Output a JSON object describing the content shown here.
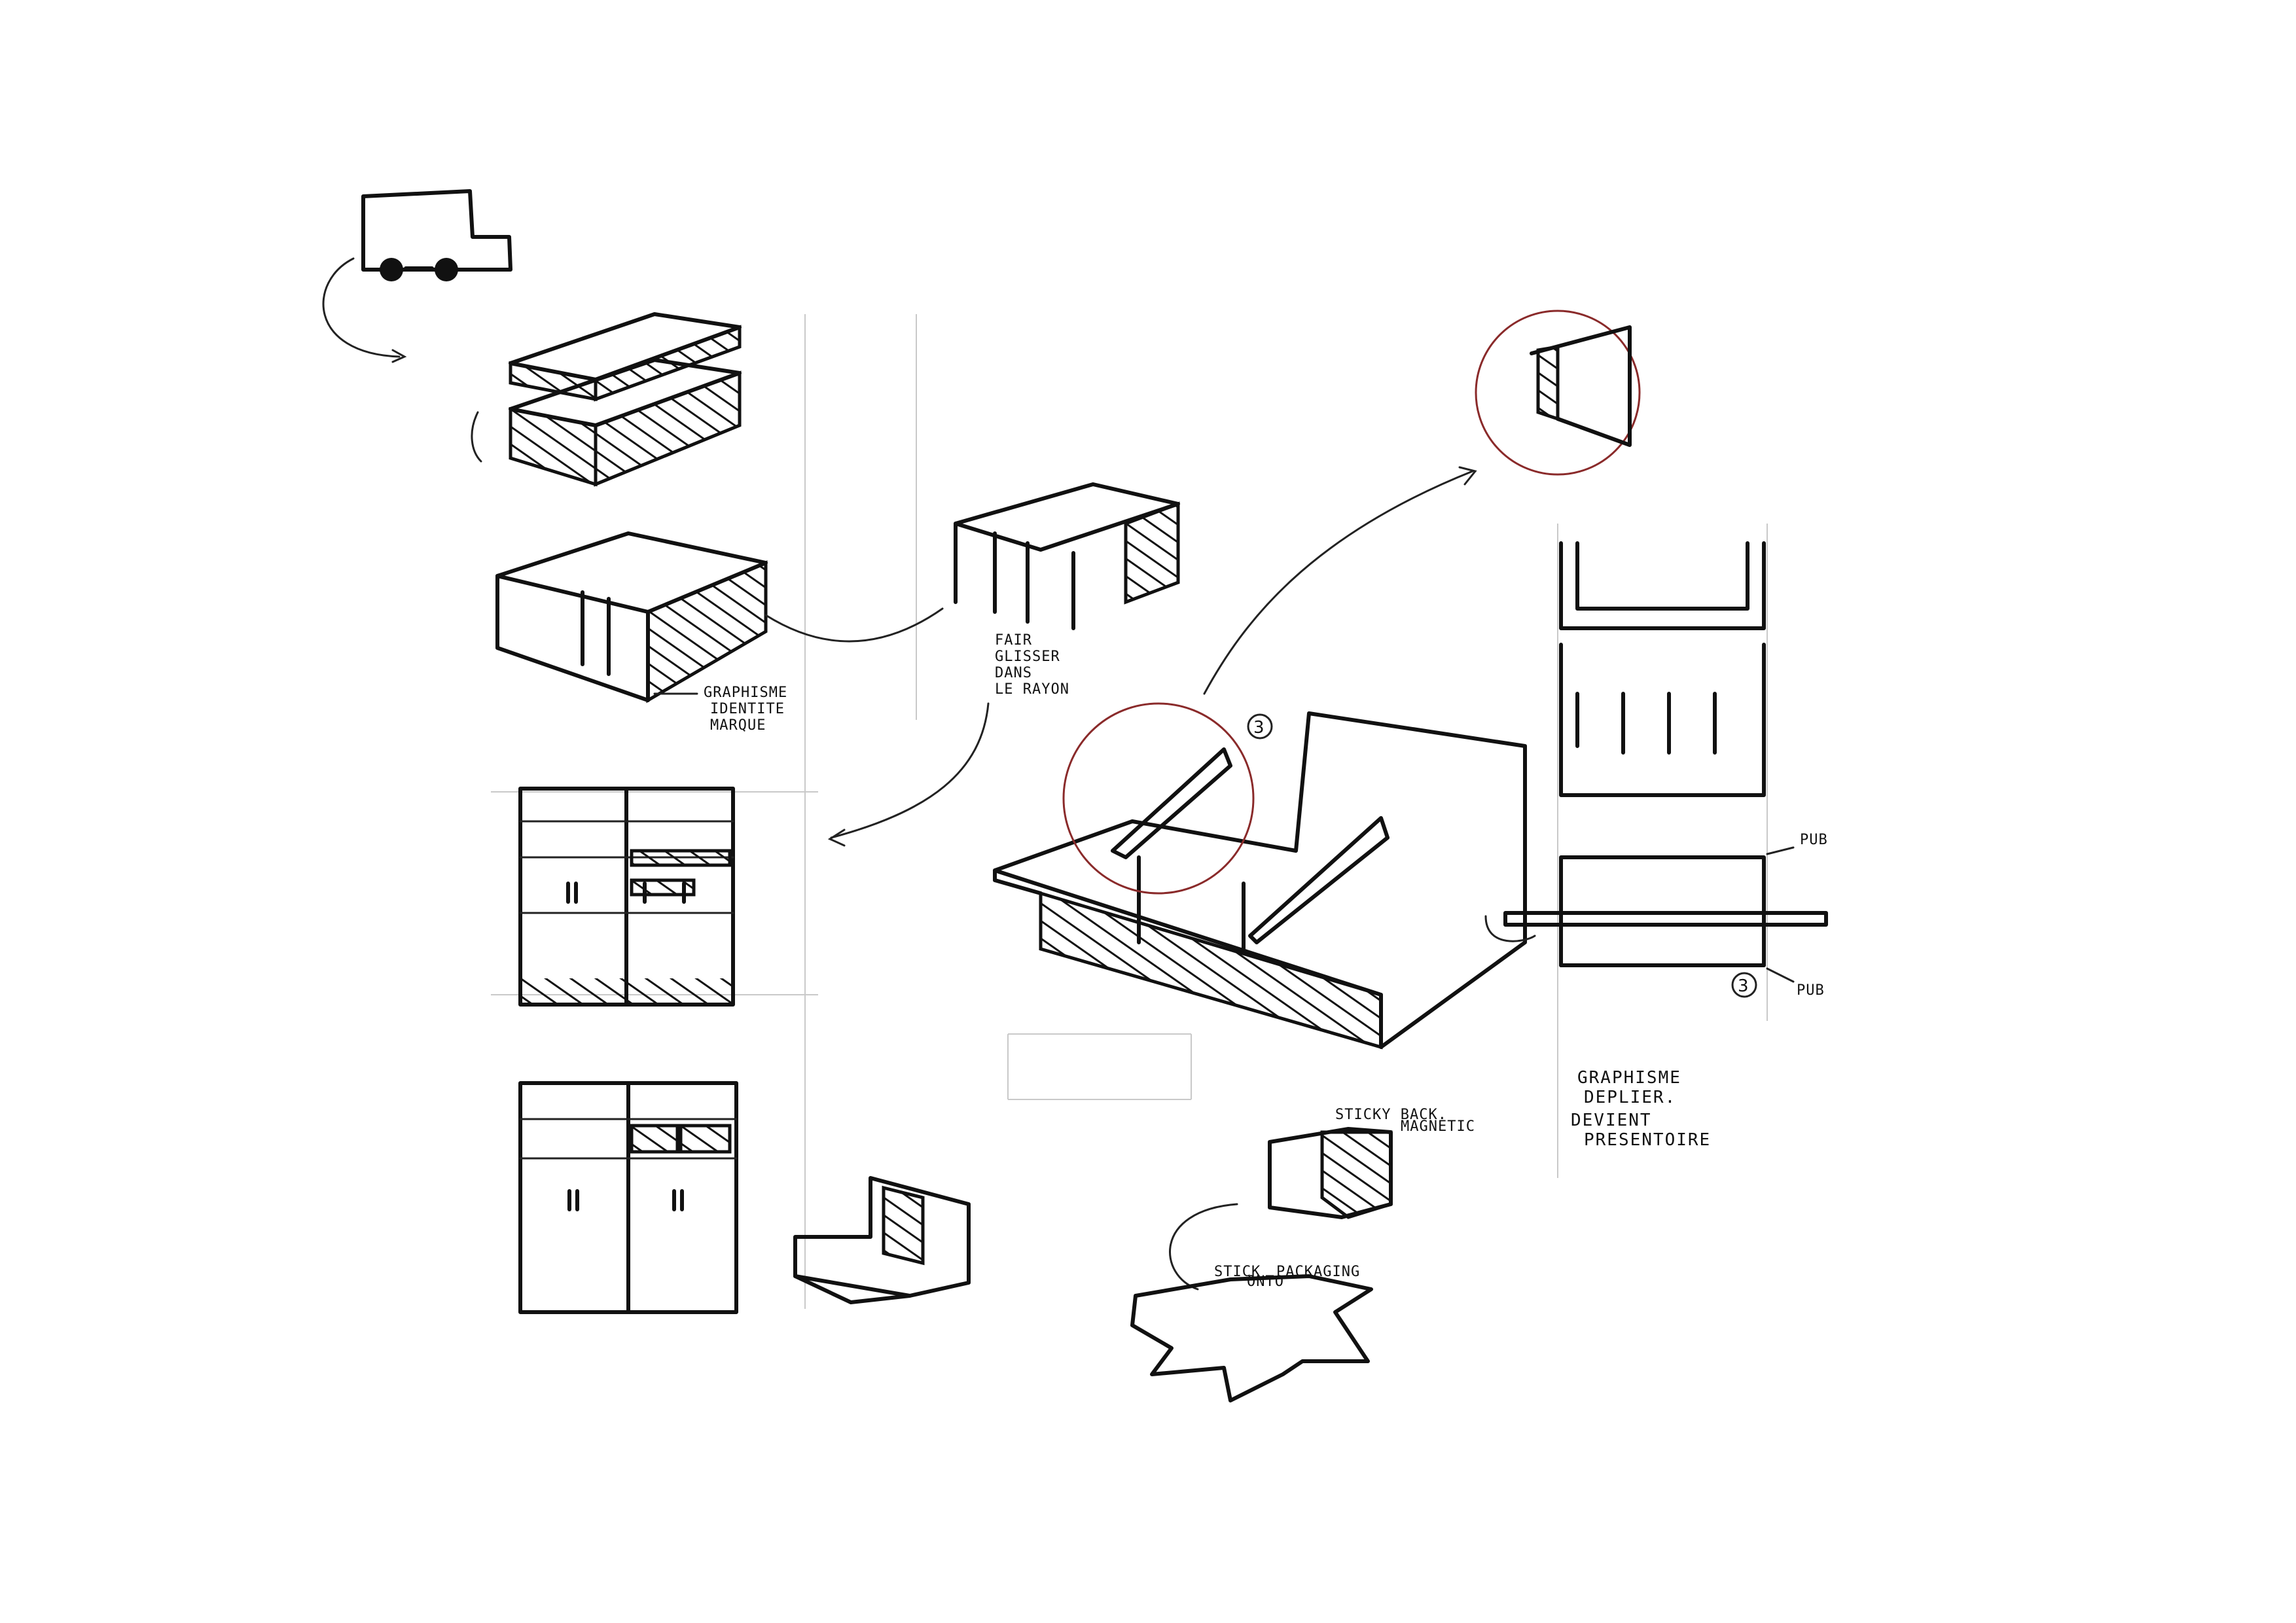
{
  "sheet": {
    "notes": {
      "graphisme_identite_marque": [
        "GRAPHISME",
        "IDENTITE",
        "MARQUE"
      ],
      "faire_glisser_dans_le_rayon": [
        "FAIR",
        "GLISSER",
        "DANS",
        "LE RAYON"
      ],
      "pub_top": "PUB",
      "pub_bottom": "PUB",
      "number_3_main": "3",
      "number_3_side": "3",
      "graphisme_deplier": [
        "GRAPHISME",
        "DEPLIER.",
        "DEVIENT",
        "PRESENTOIRE"
      ],
      "sticky_back": "STICKY BACK.",
      "magnetic": "MAGNETIC",
      "stick_onto_packaging": [
        "STICK",
        "ONTO",
        "PACKAGING"
      ]
    }
  }
}
